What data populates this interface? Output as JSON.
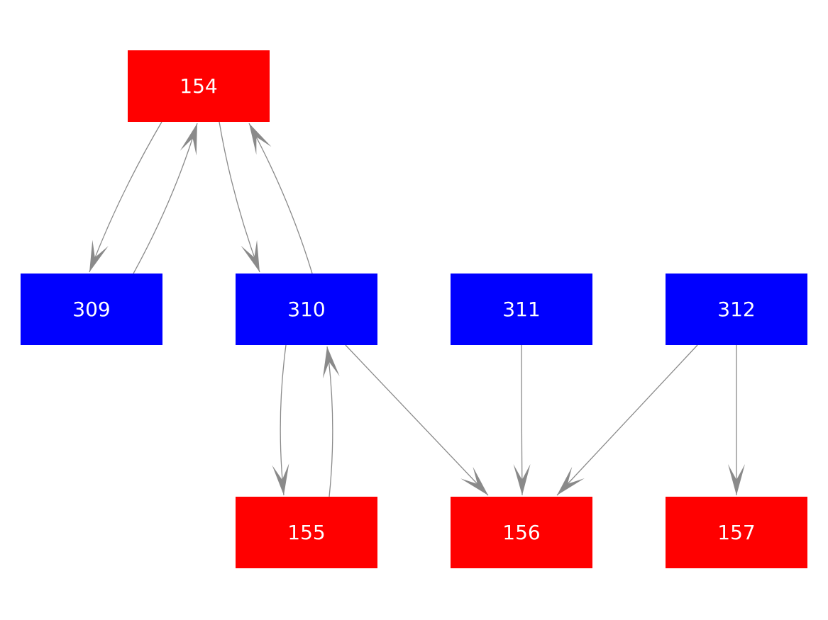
{
  "diagram": {
    "background_color": "#ffffff",
    "text_color": "#ffffff",
    "edge_color": "#8a8a8a",
    "node_colors": {
      "red": "#ff0000",
      "blue": "#0000ff"
    },
    "nodes": [
      {
        "id": "154",
        "label": "154",
        "color": "red"
      },
      {
        "id": "309",
        "label": "309",
        "color": "blue"
      },
      {
        "id": "310",
        "label": "310",
        "color": "blue"
      },
      {
        "id": "311",
        "label": "311",
        "color": "blue"
      },
      {
        "id": "312",
        "label": "312",
        "color": "blue"
      },
      {
        "id": "155",
        "label": "155",
        "color": "red"
      },
      {
        "id": "156",
        "label": "156",
        "color": "red"
      },
      {
        "id": "157",
        "label": "157",
        "color": "red"
      }
    ],
    "edges": [
      {
        "from": "154",
        "to": "309"
      },
      {
        "from": "309",
        "to": "154"
      },
      {
        "from": "154",
        "to": "310"
      },
      {
        "from": "310",
        "to": "154"
      },
      {
        "from": "310",
        "to": "155"
      },
      {
        "from": "155",
        "to": "310"
      },
      {
        "from": "310",
        "to": "156"
      },
      {
        "from": "311",
        "to": "156"
      },
      {
        "from": "312",
        "to": "156"
      },
      {
        "from": "312",
        "to": "157"
      }
    ]
  }
}
